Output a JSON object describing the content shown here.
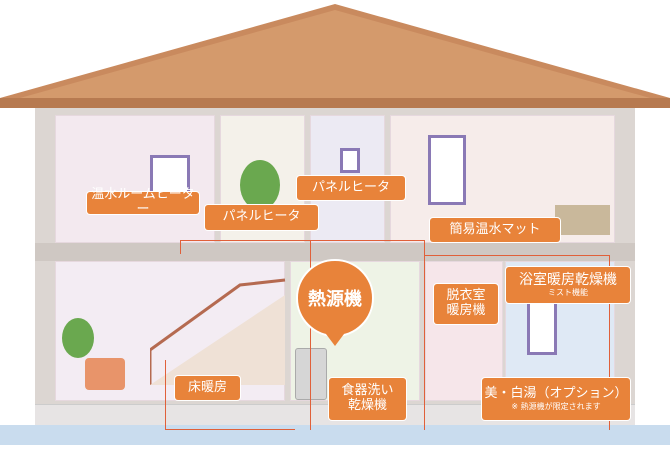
{
  "labels": {
    "room_heater": "温水ルームヒーター",
    "panel_heater_left": "パネルヒータ",
    "panel_heater_right": "パネルヒータ",
    "heat_mat": "簡易温水マット",
    "heat_source": "熱源機",
    "dressing_room_heater_line1": "脱衣室",
    "dressing_room_heater_line2": "暖房機",
    "bathroom_dryer": "浴室暖房乾燥機",
    "bathroom_dryer_sub": "ミスト機能",
    "floor_heating": "床暖房",
    "dishwasher_line1": "食器洗い",
    "dishwasher_line2": "乾燥機",
    "bihakuyu": "美・白湯（オプション）",
    "bihakuyu_note": "※ 熱源機が限定されます"
  },
  "colors": {
    "label": "#e8833a",
    "roof": "#c98a5e",
    "pipe": "#e0603a"
  }
}
